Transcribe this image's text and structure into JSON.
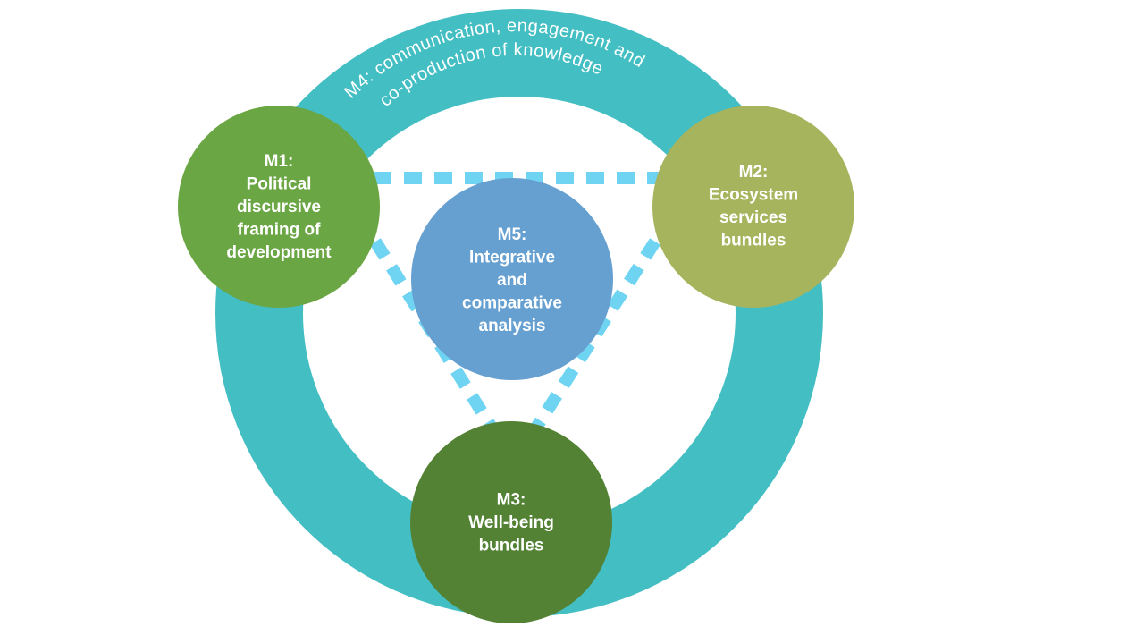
{
  "diagram": {
    "colors": {
      "ring": "#43BEC3",
      "dash": "#6FD4F2",
      "m1": "#6BA644",
      "m2": "#A6B45E",
      "m3": "#548235",
      "m5": "#66A0D1",
      "text": "#FFFFFF"
    },
    "ring_label": {
      "line1": "M4: communication, engagement and",
      "line2": "co-production of knowledge"
    },
    "modules": {
      "m1": {
        "lines": [
          "M1:",
          "Political",
          "discursive",
          "framing of",
          "development"
        ]
      },
      "m2": {
        "lines": [
          "M2:",
          "Ecosystem",
          "services",
          "bundles"
        ]
      },
      "m3": {
        "lines": [
          "M3:",
          "Well-being",
          "bundles"
        ]
      },
      "m5": {
        "lines": [
          "M5:",
          "Integrative",
          "and",
          "comparative",
          "analysis"
        ]
      }
    }
  }
}
